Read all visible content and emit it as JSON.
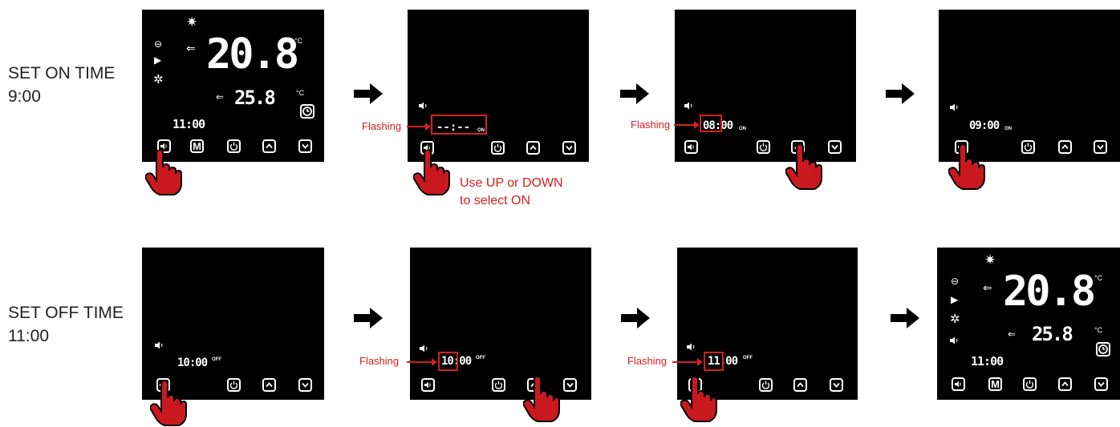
{
  "rows": [
    {
      "label_line1": "SET ON TIME",
      "label_line2": "9:00"
    },
    {
      "label_line1": "SET OFF TIME",
      "label_line2": "11:00"
    }
  ],
  "display": {
    "room_temp": "20.8",
    "set_temp": "25.8",
    "temp_unit": "°C",
    "mode_button": "M",
    "clock": "11:00",
    "on_indicator": "ON",
    "off_indicator": "OFF",
    "blank_time": "--:--",
    "time_0800": "08:00",
    "time_0900": "09:00",
    "time_1000": "10:00",
    "time_1100": "11:00"
  },
  "annotations": {
    "flashing": "Flashing",
    "note_line1": "Use UP or DOWN",
    "note_line2": "to select ON"
  },
  "colors": {
    "panel": "#000000",
    "highlight": "#d42020",
    "annotation": "#d42020"
  },
  "icons": [
    "sun-icon",
    "minus-circle-icon",
    "play-circle-icon",
    "fan-icon",
    "enter-arrow-icon",
    "clock-icon",
    "speaker-icon",
    "power-icon",
    "up-chevron-icon",
    "down-chevron-icon",
    "pointing-hand-icon",
    "right-arrow-icon"
  ]
}
